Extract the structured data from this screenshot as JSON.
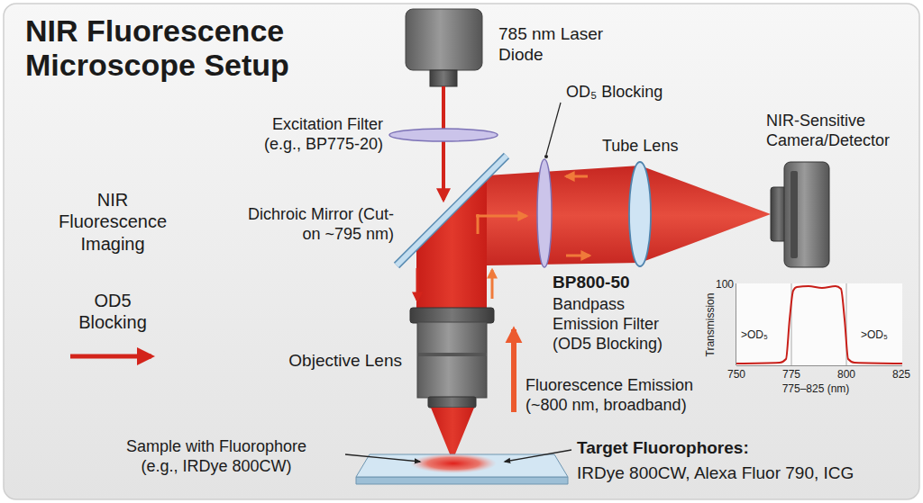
{
  "diagram": {
    "title": "NIR Fluorescence Microscope Setup",
    "nodes": [
      {
        "text": [
          ">OD₅",
          ">OD₅"
        ]
      }
    ],
    "labels": [
      "785 nm Laser Diode",
      "Excitation Filter (e.g., BP775-20)",
      "Dichroic Mirror (Cut-on ~795 nm)",
      "OD₅ Blocking",
      "Tube Lens",
      "NIR-Sensitive Camera/Detector",
      "NIR Fluorescence Imaging",
      "OD5 Blocking",
      "BP800-50",
      "Bandpass Emission Filter (OD5 Blocking)",
      "Objective Lens",
      "Fluorescence Emission (~800 nm, broadband)",
      "Sample with Fluorophore (e.g., IRDye 800CW)",
      "Target Fluorophores:",
      "IRDye 800CW, Alexa Fluor 790, ICG",
      "100",
      "Transmission",
      "750",
      "775",
      "800",
      "825",
      "775–825 (nm)"
    ]
  }
}
